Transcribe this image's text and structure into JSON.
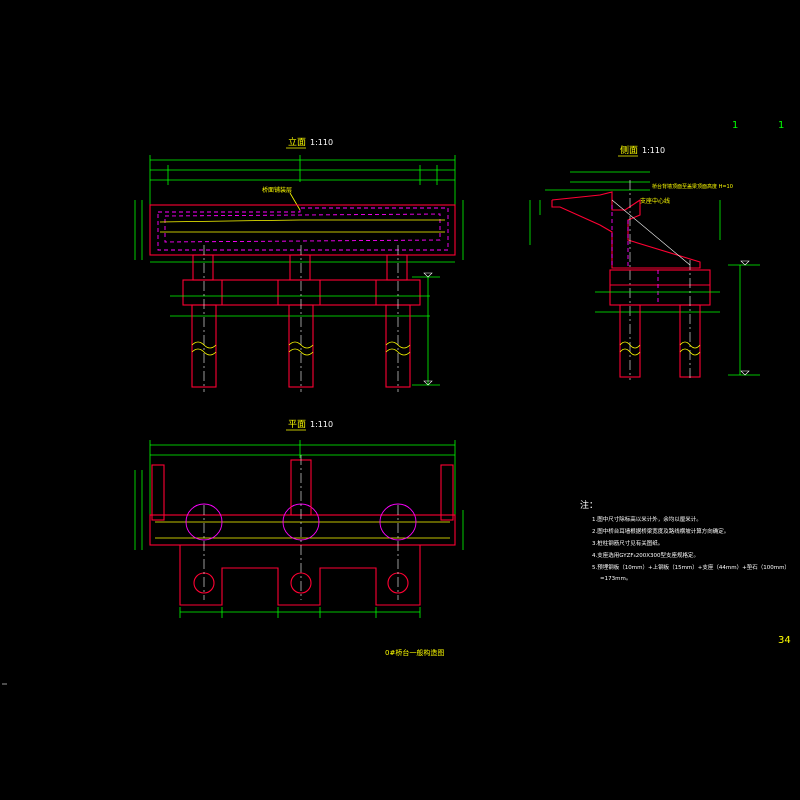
{
  "colors": {
    "background": "#000000",
    "dimension": "#00ff00",
    "outline": "#ff0033",
    "rebar": "#ffff00",
    "hidden": "#ff00ff",
    "centerline": "#ffffff"
  },
  "corner": {
    "num_left": "1",
    "num_right": "1"
  },
  "views": {
    "elevation": {
      "title": "立面",
      "scale": "1:110"
    },
    "side": {
      "title": "侧面",
      "scale": "1:110"
    },
    "plan": {
      "title": "平面",
      "scale": "1:110"
    }
  },
  "labels": {
    "slab_label": "桥面铺装层",
    "side_bearing": "支座中心线",
    "side_top_note": "桥台背墙顶面至盖梁顶面高度 H=10"
  },
  "notes": {
    "heading": "注：",
    "items": [
      "1.图中尺寸除标高以米计外，余均以厘米计。",
      "2.图中桥台耳墙根据桥梁宽度及路线横坡计算方向确定。",
      "3.桩柱钢筋尺寸见有关图纸。",
      "4.支座选用GYZF₄200X300型支座规格定。",
      "5.预埋钢板（10mm）+上钢板（15mm）+支座（44mm）+垫石（100mm）",
      "=173mm。"
    ]
  },
  "drawing_title": "0#桥台一般构造图",
  "page_number": "34"
}
